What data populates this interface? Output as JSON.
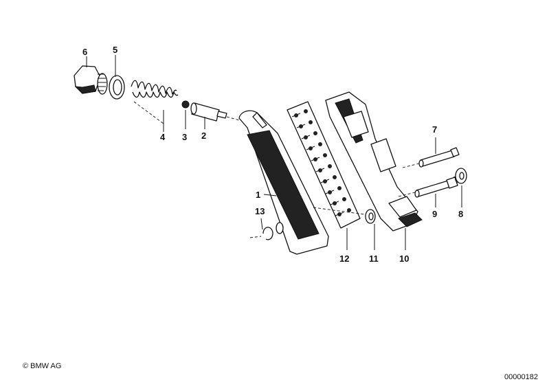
{
  "diagram": {
    "parts": [
      {
        "id": "6",
        "label": "6"
      },
      {
        "id": "5",
        "label": "5"
      },
      {
        "id": "4",
        "label": "4"
      },
      {
        "id": "3",
        "label": "3"
      },
      {
        "id": "2",
        "label": "2"
      },
      {
        "id": "1",
        "label": "1"
      },
      {
        "id": "13",
        "label": "13"
      },
      {
        "id": "12",
        "label": "12"
      },
      {
        "id": "11",
        "label": "11"
      },
      {
        "id": "10",
        "label": "10"
      },
      {
        "id": "7",
        "label": "7"
      },
      {
        "id": "9",
        "label": "9"
      },
      {
        "id": "8",
        "label": "8"
      }
    ]
  },
  "footer": {
    "copyright": "© BMW AG",
    "doc_number": "00000182"
  }
}
